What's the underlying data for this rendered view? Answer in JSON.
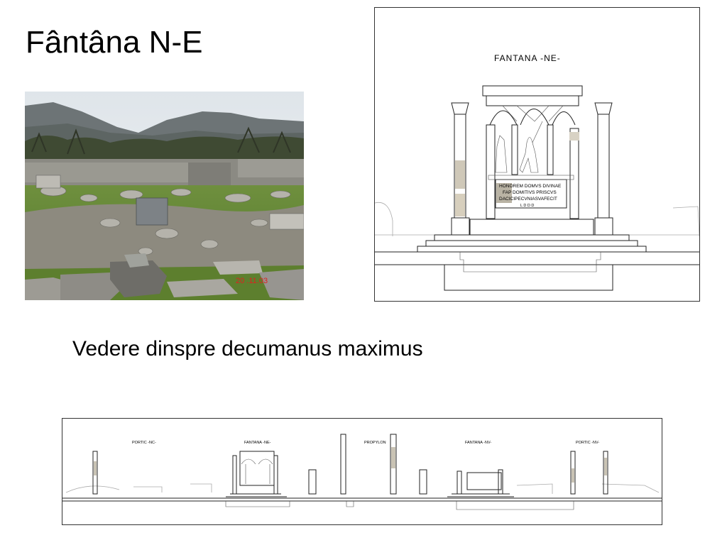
{
  "slide": {
    "title": "Fântâna N-E",
    "caption": "Vedere dinspre decumanus maximus"
  },
  "photo": {
    "date_stamp": "20 .11.03",
    "date_stamp_color": "#e02020"
  },
  "elevation": {
    "label": "FANTANA -NE-",
    "inscription_lines": [
      "HONOREM DOMVS DIVINAE",
      "FAP DOMITIVS PRISCVS",
      "DACICIPECVNIASVAFECIT",
      "L D D D"
    ]
  },
  "strip": {
    "labels": [
      "PORTIC -NC-",
      "FANTANA -NE-",
      "PROPYLON",
      "FANTANA -NV-",
      "PORTIC -NV-"
    ]
  }
}
